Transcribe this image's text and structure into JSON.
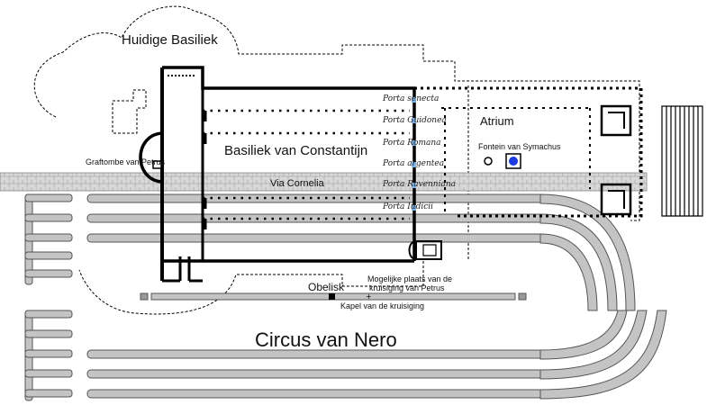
{
  "labels": {
    "present_basilica": "Huidige Basiliek",
    "constantine_basilica": "Basiliek van Constantijn",
    "atrium": "Atrium",
    "peter_tomb": "Graftombe van Petrus",
    "fountain": "Fontein van Symachus",
    "via": "Via Cornelia",
    "obelisk": "Obelisk",
    "crucifixion_place_line1": "Mogelijke plaats van de",
    "crucifixion_place_line2": "kruisiging van Petrus",
    "chapel": "Kapel van de kruisiging",
    "circus": "Circus van Nero"
  },
  "gates": [
    "Porta  senecta",
    "Porta Guidonea",
    "Porta  Romana",
    "Porta argentea",
    "Porta Ravenniana",
    "Porta  Iudicii"
  ],
  "colors": {
    "wall": "#000000",
    "circus_fill": "#bdbdbd",
    "circus_stroke": "#555555",
    "road": "#d2d2d2",
    "fountain_square": "#1c3ae0",
    "gate_marker": "#7fb2e6"
  }
}
